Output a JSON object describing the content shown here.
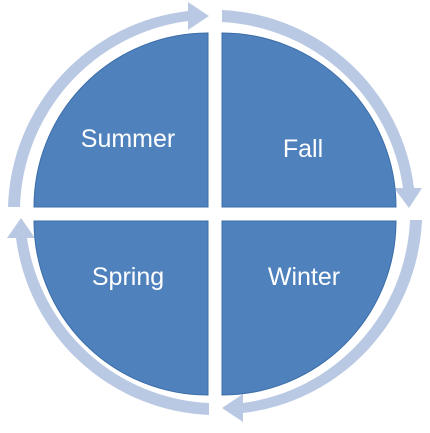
{
  "cycle": {
    "quadrants": [
      {
        "id": "summer",
        "label": "Summer"
      },
      {
        "id": "fall",
        "label": "Fall"
      },
      {
        "id": "winter",
        "label": "Winter"
      },
      {
        "id": "spring",
        "label": "Spring"
      }
    ],
    "colors": {
      "quadrant_fill": "#4f81bd",
      "quadrant_edge": "#3b6ea8",
      "arrow": "#b9c9e3",
      "label": "#ffffff",
      "background": "#ffffff"
    }
  }
}
